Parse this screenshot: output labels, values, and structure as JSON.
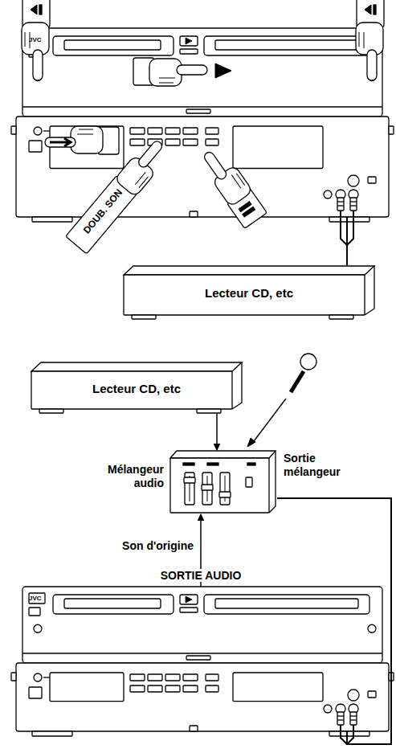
{
  "diagram": {
    "nodes": [
      {
        "text": [
          "JVC"
        ]
      },
      {
        "text": [
          "Lecteur CD, etc"
        ]
      },
      {
        "text": [
          "Lecteur CD, etc"
        ]
      },
      {
        "text": [
          "Mélangeur audio",
          "Sortie mélangeur"
        ]
      },
      {
        "text": [
          "JVC"
        ]
      }
    ],
    "edges": [
      {
        "from": 1,
        "to": 0,
        "arrow": "none"
      },
      {
        "from": 2,
        "to": 3,
        "arrow": "to"
      },
      {
        "from": 3,
        "to": 4,
        "arrow": "none"
      },
      {
        "from": 4,
        "to": 3,
        "arrow": "to",
        "label": "Son d'origine"
      }
    ],
    "labels": [
      "DOUB. SON",
      "SORTIE AUDIO"
    ]
  }
}
